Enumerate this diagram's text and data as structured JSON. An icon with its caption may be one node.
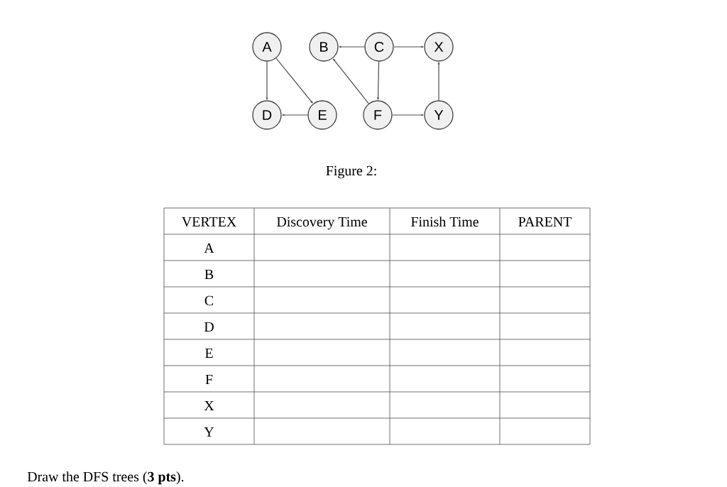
{
  "diagram": {
    "caption": "Figure 2:",
    "nodes": [
      {
        "text": [
          "A"
        ]
      },
      {
        "text": [
          "B"
        ]
      },
      {
        "text": [
          "C"
        ]
      },
      {
        "text": [
          "X"
        ]
      },
      {
        "text": [
          "D"
        ]
      },
      {
        "text": [
          "E"
        ]
      },
      {
        "text": [
          "F"
        ]
      },
      {
        "text": [
          "Y"
        ]
      }
    ],
    "edges": [
      {
        "from": 2,
        "to": 1,
        "arrow": "to"
      },
      {
        "from": 2,
        "to": 3,
        "arrow": "to"
      },
      {
        "from": 0,
        "to": 4,
        "arrow": "to"
      },
      {
        "from": 0,
        "to": 5,
        "arrow": "to"
      },
      {
        "from": 6,
        "to": 1,
        "arrow": "to"
      },
      {
        "from": 2,
        "to": 6,
        "arrow": "to"
      },
      {
        "from": 7,
        "to": 3,
        "arrow": "to"
      },
      {
        "from": 5,
        "to": 4,
        "arrow": "to"
      },
      {
        "from": 6,
        "to": 7,
        "arrow": "to"
      }
    ],
    "labels": [
      "VERTEX",
      "Discovery Time",
      "Finish Time",
      "PARENT",
      "A",
      "B",
      "C",
      "D",
      "E",
      "F",
      "X",
      "Y",
      "Draw the DFS trees (**3 pts**)."
    ]
  }
}
